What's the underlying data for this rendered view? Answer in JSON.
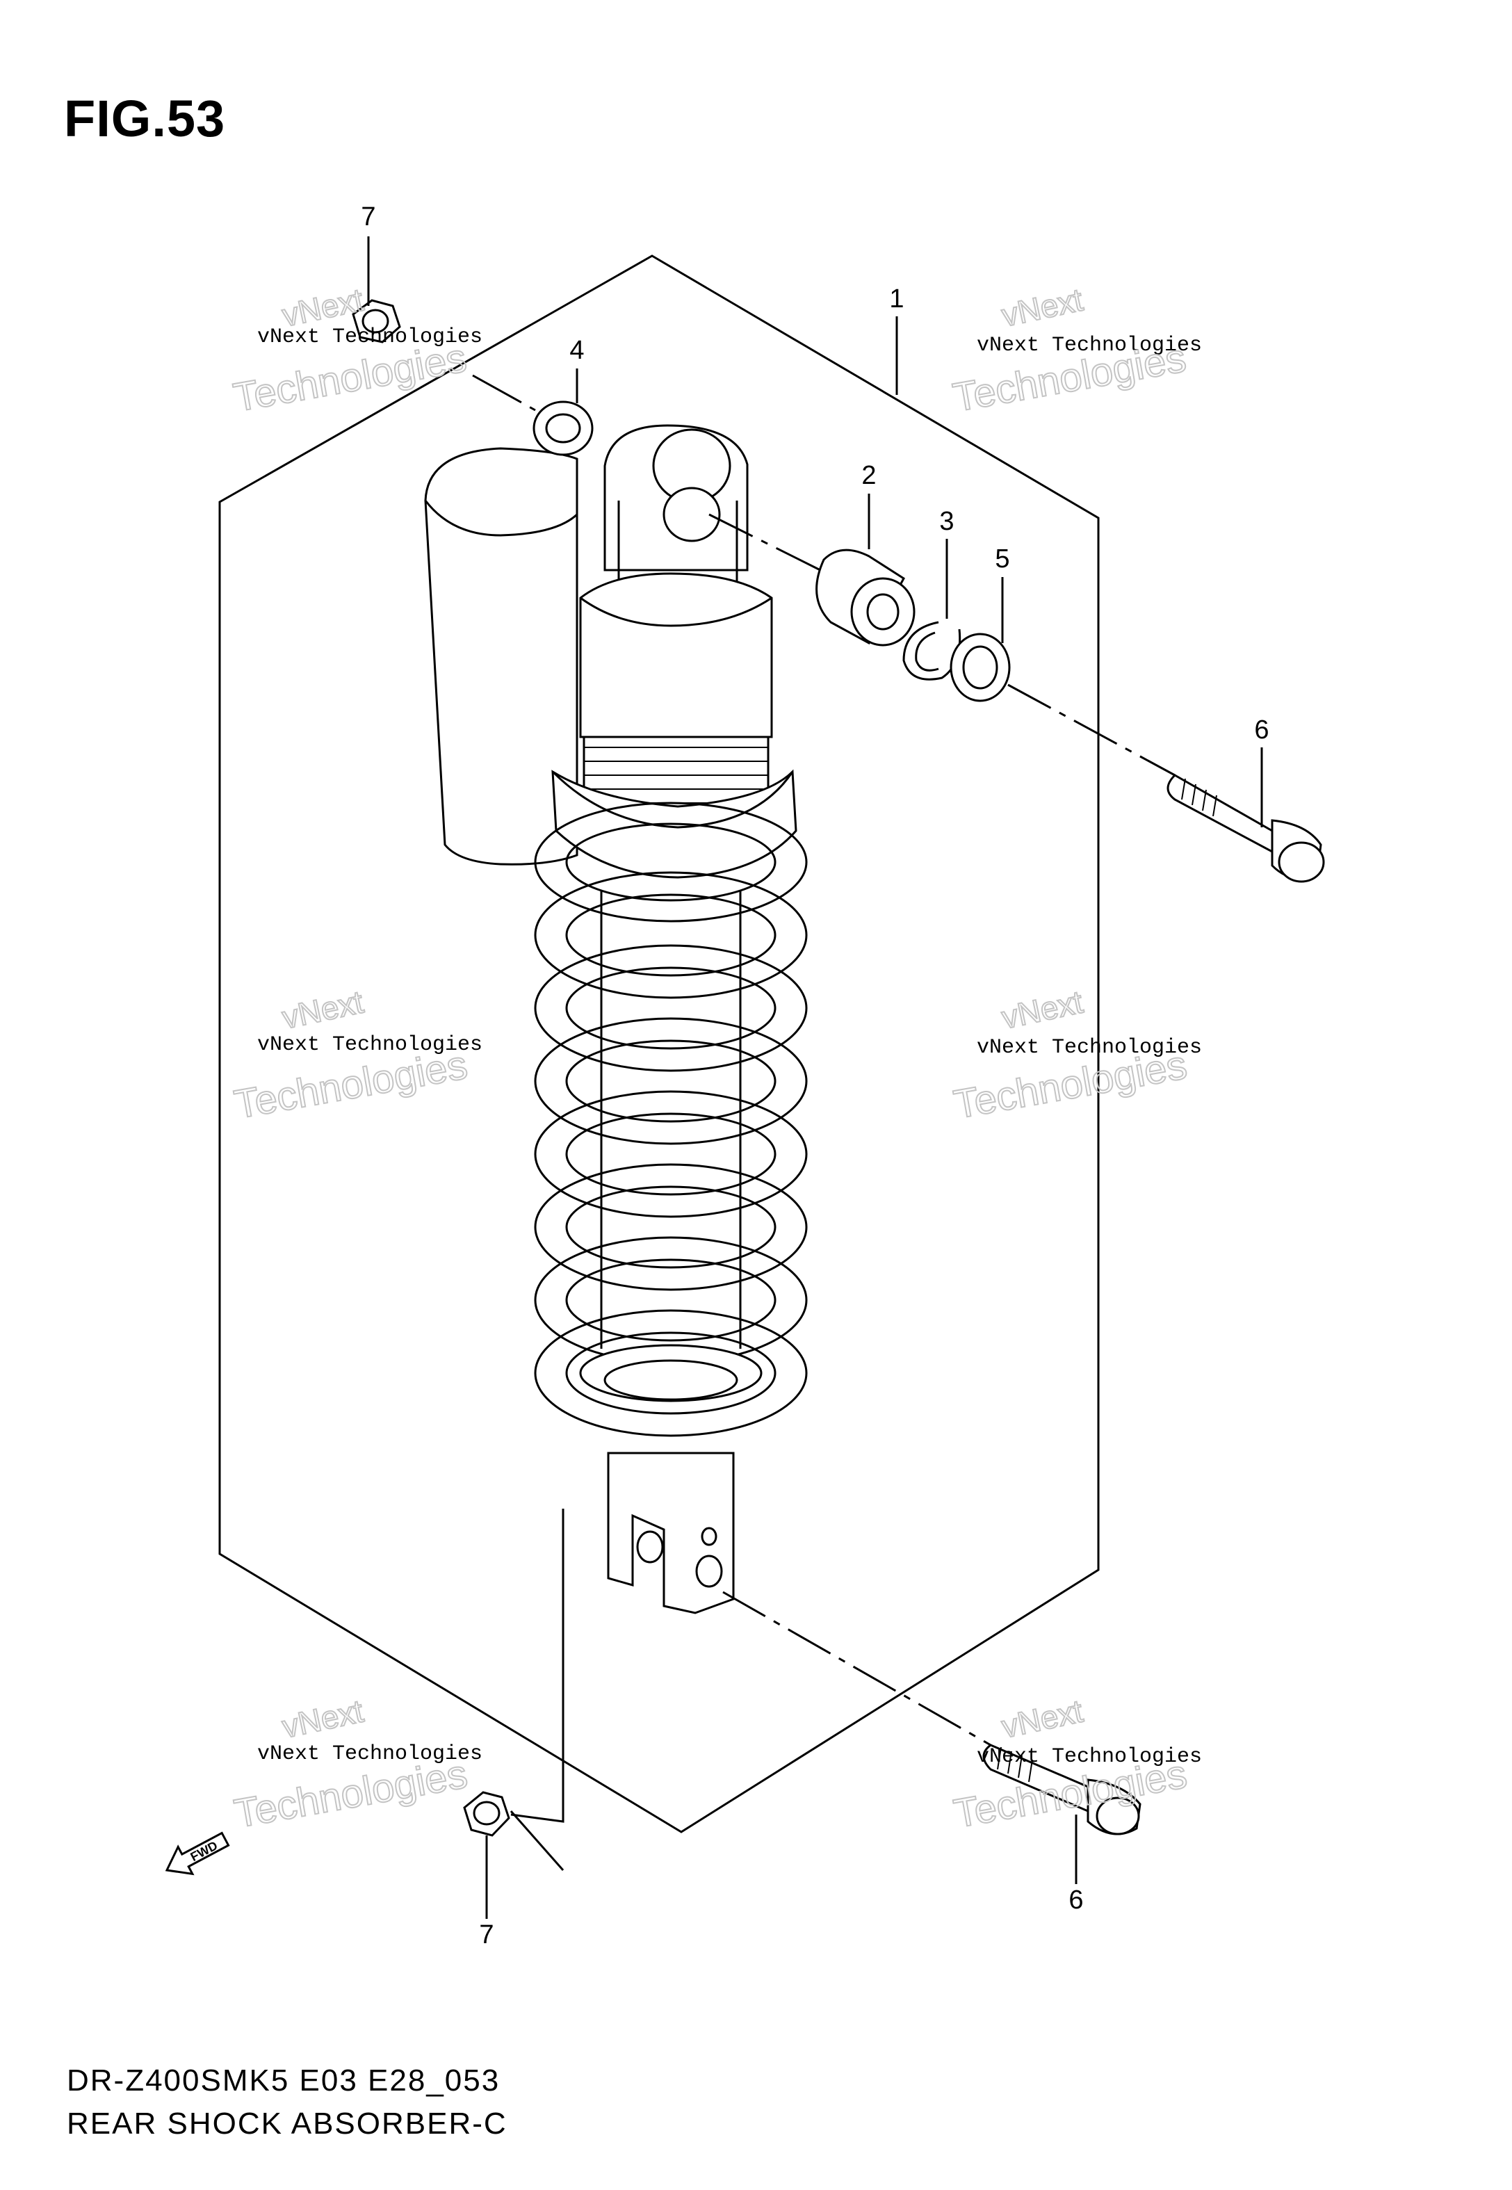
{
  "figure": {
    "title": "FIG.53",
    "model_code": "DR-Z400SMK5 E03 E28_053",
    "caption": "REAR SHOCK ABSORBER-C",
    "fwd_label": "FWD",
    "callouts": [
      "7",
      "1",
      "4",
      "2",
      "3",
      "5",
      "6",
      "6",
      "7"
    ]
  },
  "watermark": {
    "line1": "vNext",
    "line2": "vNext Technologies",
    "line3": "Technologies"
  }
}
